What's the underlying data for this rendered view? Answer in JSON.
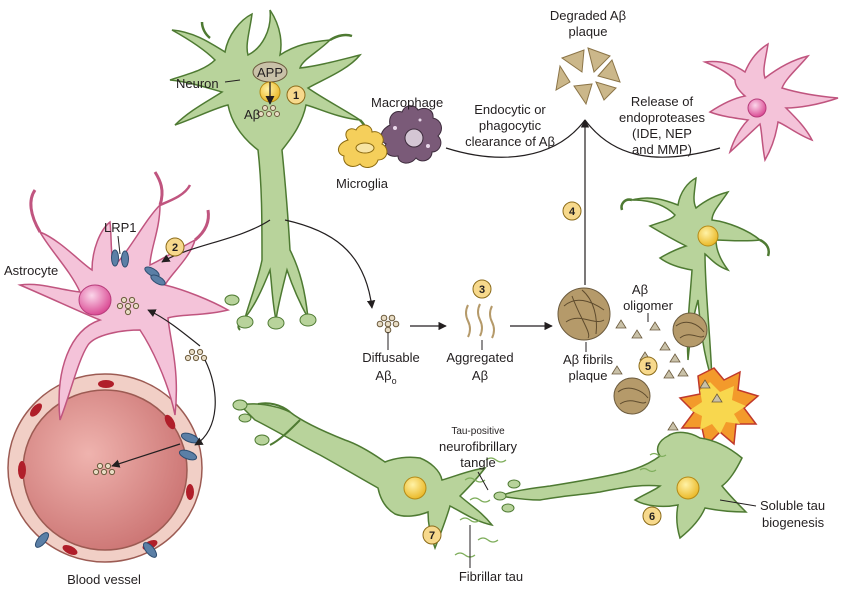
{
  "diagram": {
    "labels": {
      "degraded_line1": "Degraded Aβ",
      "degraded_line2": "plaque",
      "neuron": "Neuron",
      "app": "APP",
      "abeta": "Aβ",
      "macrophage": "Macrophage",
      "microglia": "Microglia",
      "clearance_line1": "Endocytic or",
      "clearance_line2": "phagocytic",
      "clearance_line3": "clearance of Aβ",
      "release_line1": "Release of",
      "release_line2": "endoproteases",
      "release_line3": "(IDE, NEP",
      "release_line4": "and MMP)",
      "lrp1": "LRP1",
      "astrocyte": "Astrocyte",
      "diffusable_line1": "Diffusable",
      "diffusable_line2": "Aβ",
      "diffusable_sub": "o",
      "aggregated_line1": "Aggregated",
      "aggregated_line2": "Aβ",
      "fibrils_line1": "Aβ fibrils",
      "fibrils_line2": "plaque",
      "oligomer_line1": "Aβ",
      "oligomer_line2": "oligomer",
      "tangle_line1_small": "Tau-positive",
      "tangle_line2": "neurofibrillary",
      "tangle_line3": "tangle",
      "soluble_line1": "Soluble tau",
      "soluble_line2": "biogenesis",
      "fibrillar": "Fibrillar tau",
      "vessel": "Blood vessel"
    },
    "steps": [
      "1",
      "2",
      "3",
      "4",
      "5",
      "6",
      "7"
    ],
    "colors": {
      "neuron_fill": "#b8d39b",
      "neuron_stroke": "#4e7a32",
      "astrocyte_fill": "#f4c3d9",
      "astrocyte_stroke": "#c0557f",
      "vessel_fill": "#d98a8a",
      "vessel_outer": "#f1cfc6",
      "nucleus": "#f5cd3c",
      "step_fill": "#f7d98c",
      "plaque": "#b59a6a",
      "receptor": "#5b7fa6"
    }
  }
}
